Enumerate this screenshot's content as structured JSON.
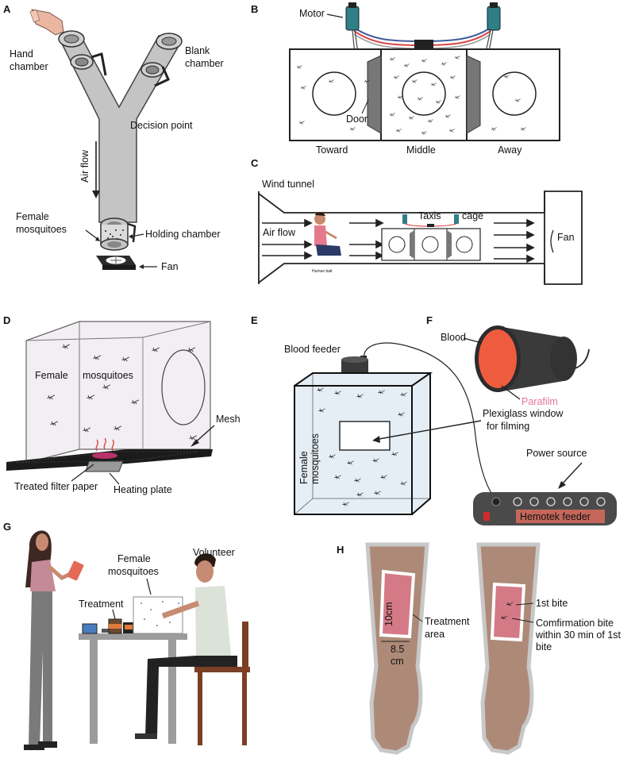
{
  "panels": {
    "a": {
      "letter": "A",
      "hand_chamber": [
        "Hand",
        "chamber"
      ],
      "blank_chamber": [
        "Blank",
        "chamber"
      ],
      "decision_point": "Decision point",
      "air_flow": "Air flow",
      "female_mosquitoes": [
        "Female",
        "mosquitoes"
      ],
      "holding_chamber": "Holding chamber",
      "fan": "Fan"
    },
    "b": {
      "letter": "B",
      "motor": "Motor",
      "door": "Door",
      "toward": "Toward",
      "middle": "Middle",
      "away": "Away"
    },
    "c": {
      "letter": "C",
      "wind_tunnel": "Wind tunnel",
      "air_flow": "Air flow",
      "taxis": "Taxis",
      "cage": "cage",
      "fan": "Fan",
      "human_bait": "Human bait"
    },
    "d": {
      "letter": "D",
      "female": "Female",
      "mosquitoes": "mosquitoes",
      "mesh": "Mesh",
      "treated_filter_paper": "Treated filter paper",
      "heating_plate": "Heating plate"
    },
    "e": {
      "letter": "E",
      "blood_feeder": "Blood feeder",
      "plexiglass": [
        "Plexiglass window",
        "for filming"
      ],
      "female_mosquitoes": [
        "Female",
        "mosquitoes"
      ],
      "power_source": "Power source",
      "hemotek_feeder": "Hemotek feeder"
    },
    "f": {
      "letter": "F",
      "blood": "Blood",
      "parafilm": "Parafilm"
    },
    "g": {
      "letter": "G",
      "volunteer": "Volunteer",
      "female_mosquitoes": [
        "Female",
        "mosquitoes"
      ],
      "treatment": "Treatment"
    },
    "h": {
      "letter": "H",
      "length": "10cm",
      "width": [
        "8.5",
        "cm"
      ],
      "treatment_area": [
        "Treatment",
        "area"
      ],
      "first_bite": "1st bite",
      "confirmation": [
        "Comfirmation bite",
        "within 30 min of 1st",
        "bite"
      ]
    }
  },
  "colors": {
    "tube": "#bdbdbd",
    "skin": "#ad8a78",
    "pink": "#e8749a",
    "blood": "#ef5b3e",
    "device": "#4a4a4a"
  }
}
